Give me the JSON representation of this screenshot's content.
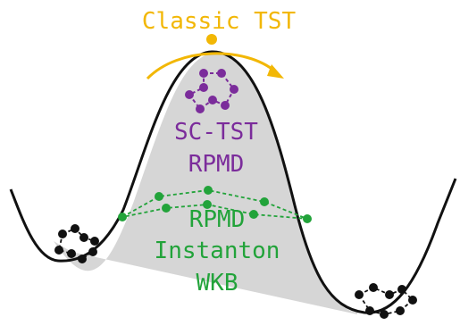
{
  "colors": {
    "classic": "#F2B705",
    "sctst": "#7B2C9B",
    "tunneling": "#22A33A",
    "well": "#111111",
    "shade": "#D6D6D6"
  },
  "labels": {
    "classic_tst": "Classic TST",
    "sctst_line1": "SC-TST",
    "sctst_line2": "RPMD",
    "tunnel_line1": "RPMD",
    "tunnel_line2": "Instanton",
    "tunnel_line3": "WKB"
  },
  "icons": {
    "top_arrow": "curved-arrow-icon",
    "ring_polymer": "ring-polymer-icon"
  }
}
